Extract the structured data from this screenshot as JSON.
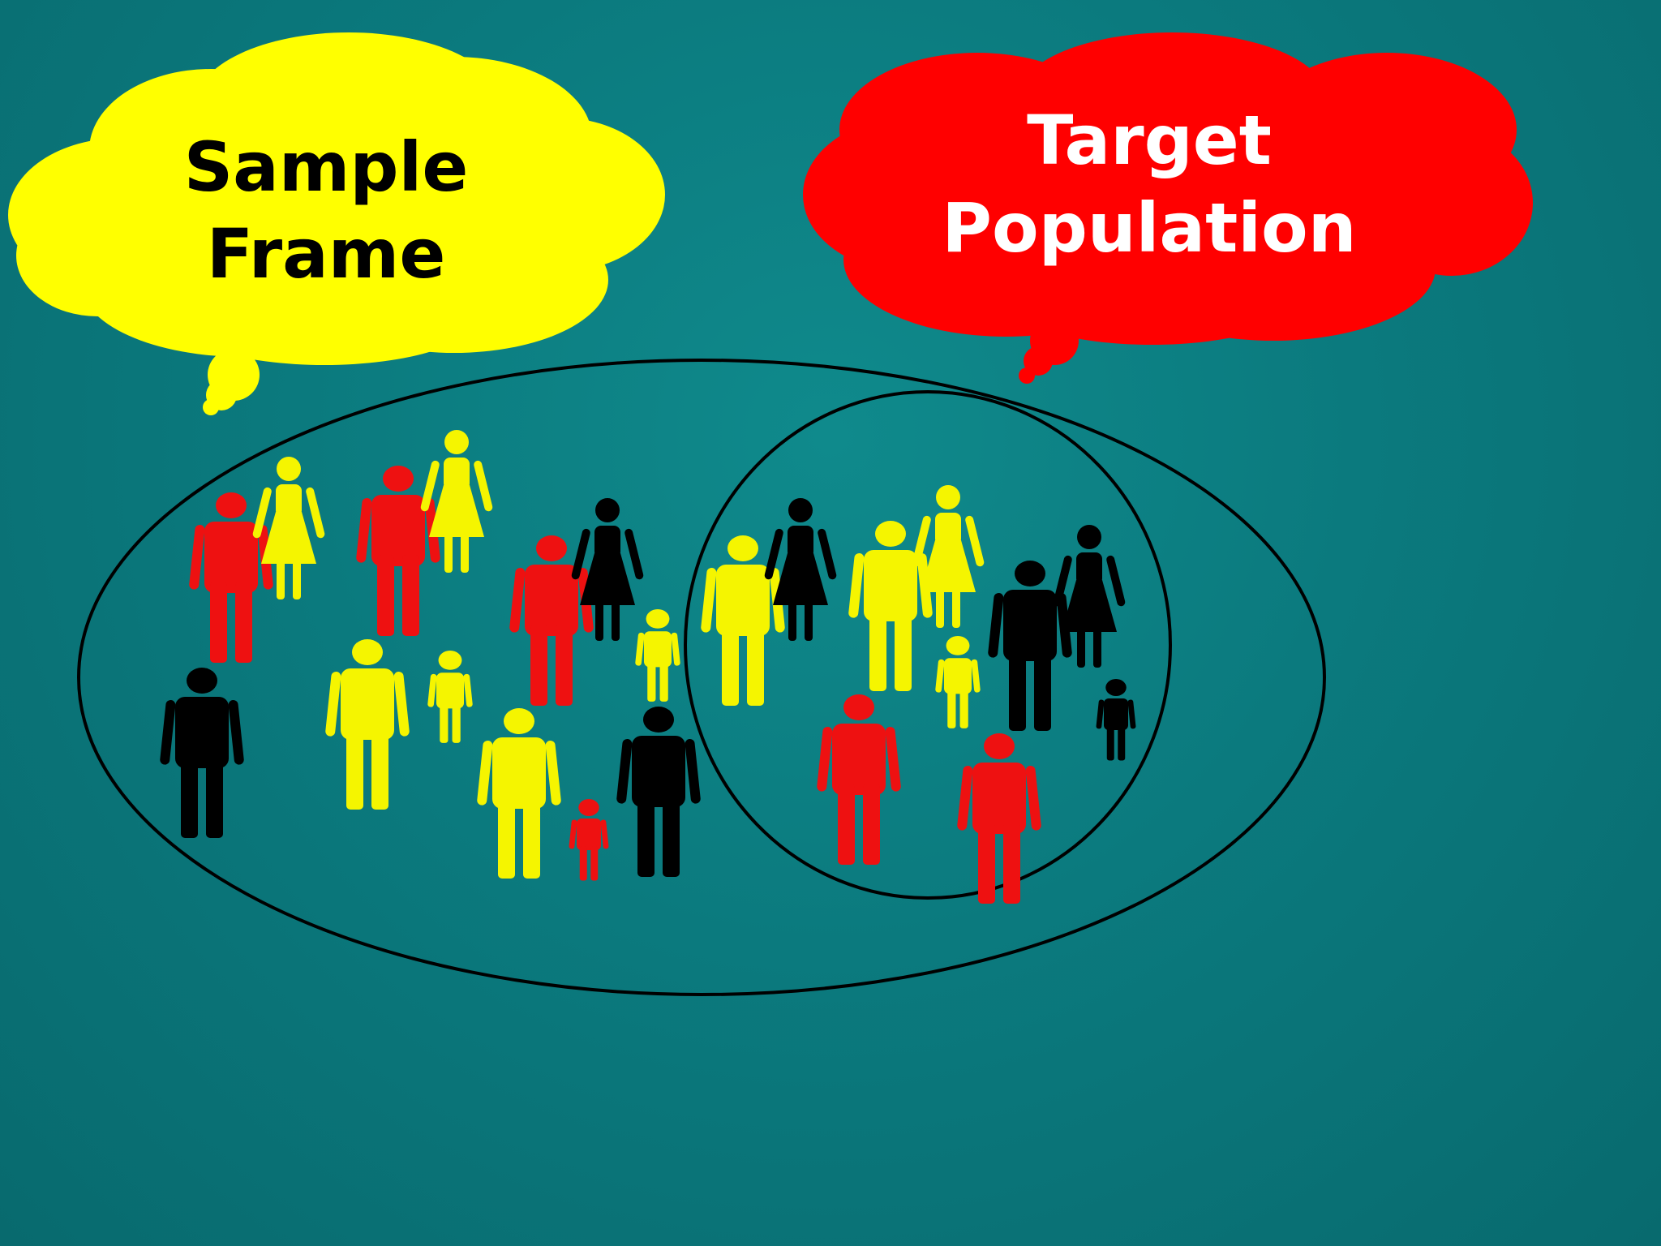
{
  "callouts": {
    "sample_frame": {
      "line1": "Sample",
      "line2": "Frame",
      "fill": "#ffff00",
      "text_color": "#000000"
    },
    "target_population": {
      "line1": "Target",
      "line2": "Population",
      "fill": "#ff0000",
      "text_color": "#ffffff"
    }
  },
  "colors": {
    "background": "#0b7a7e",
    "outline": "#000000",
    "red_person": "#ee1111",
    "yellow_person": "#f5f500",
    "black_person": "#000000"
  },
  "figures": [
    {
      "type": "man",
      "color": "red"
    },
    {
      "type": "woman",
      "color": "yellow"
    },
    {
      "type": "man",
      "color": "red"
    },
    {
      "type": "woman",
      "color": "yellow"
    },
    {
      "type": "man",
      "color": "red"
    },
    {
      "type": "woman",
      "color": "black"
    },
    {
      "type": "child",
      "color": "yellow"
    },
    {
      "type": "man",
      "color": "black"
    },
    {
      "type": "man",
      "color": "yellow"
    },
    {
      "type": "child",
      "color": "yellow"
    },
    {
      "type": "man",
      "color": "yellow"
    },
    {
      "type": "child",
      "color": "red"
    },
    {
      "type": "man",
      "color": "black"
    },
    {
      "type": "man",
      "color": "yellow"
    },
    {
      "type": "woman",
      "color": "black"
    },
    {
      "type": "man",
      "color": "yellow"
    },
    {
      "type": "woman",
      "color": "yellow"
    },
    {
      "type": "child",
      "color": "yellow"
    },
    {
      "type": "man",
      "color": "black"
    },
    {
      "type": "woman",
      "color": "black"
    },
    {
      "type": "child",
      "color": "black"
    },
    {
      "type": "man",
      "color": "red"
    },
    {
      "type": "man",
      "color": "red"
    }
  ]
}
